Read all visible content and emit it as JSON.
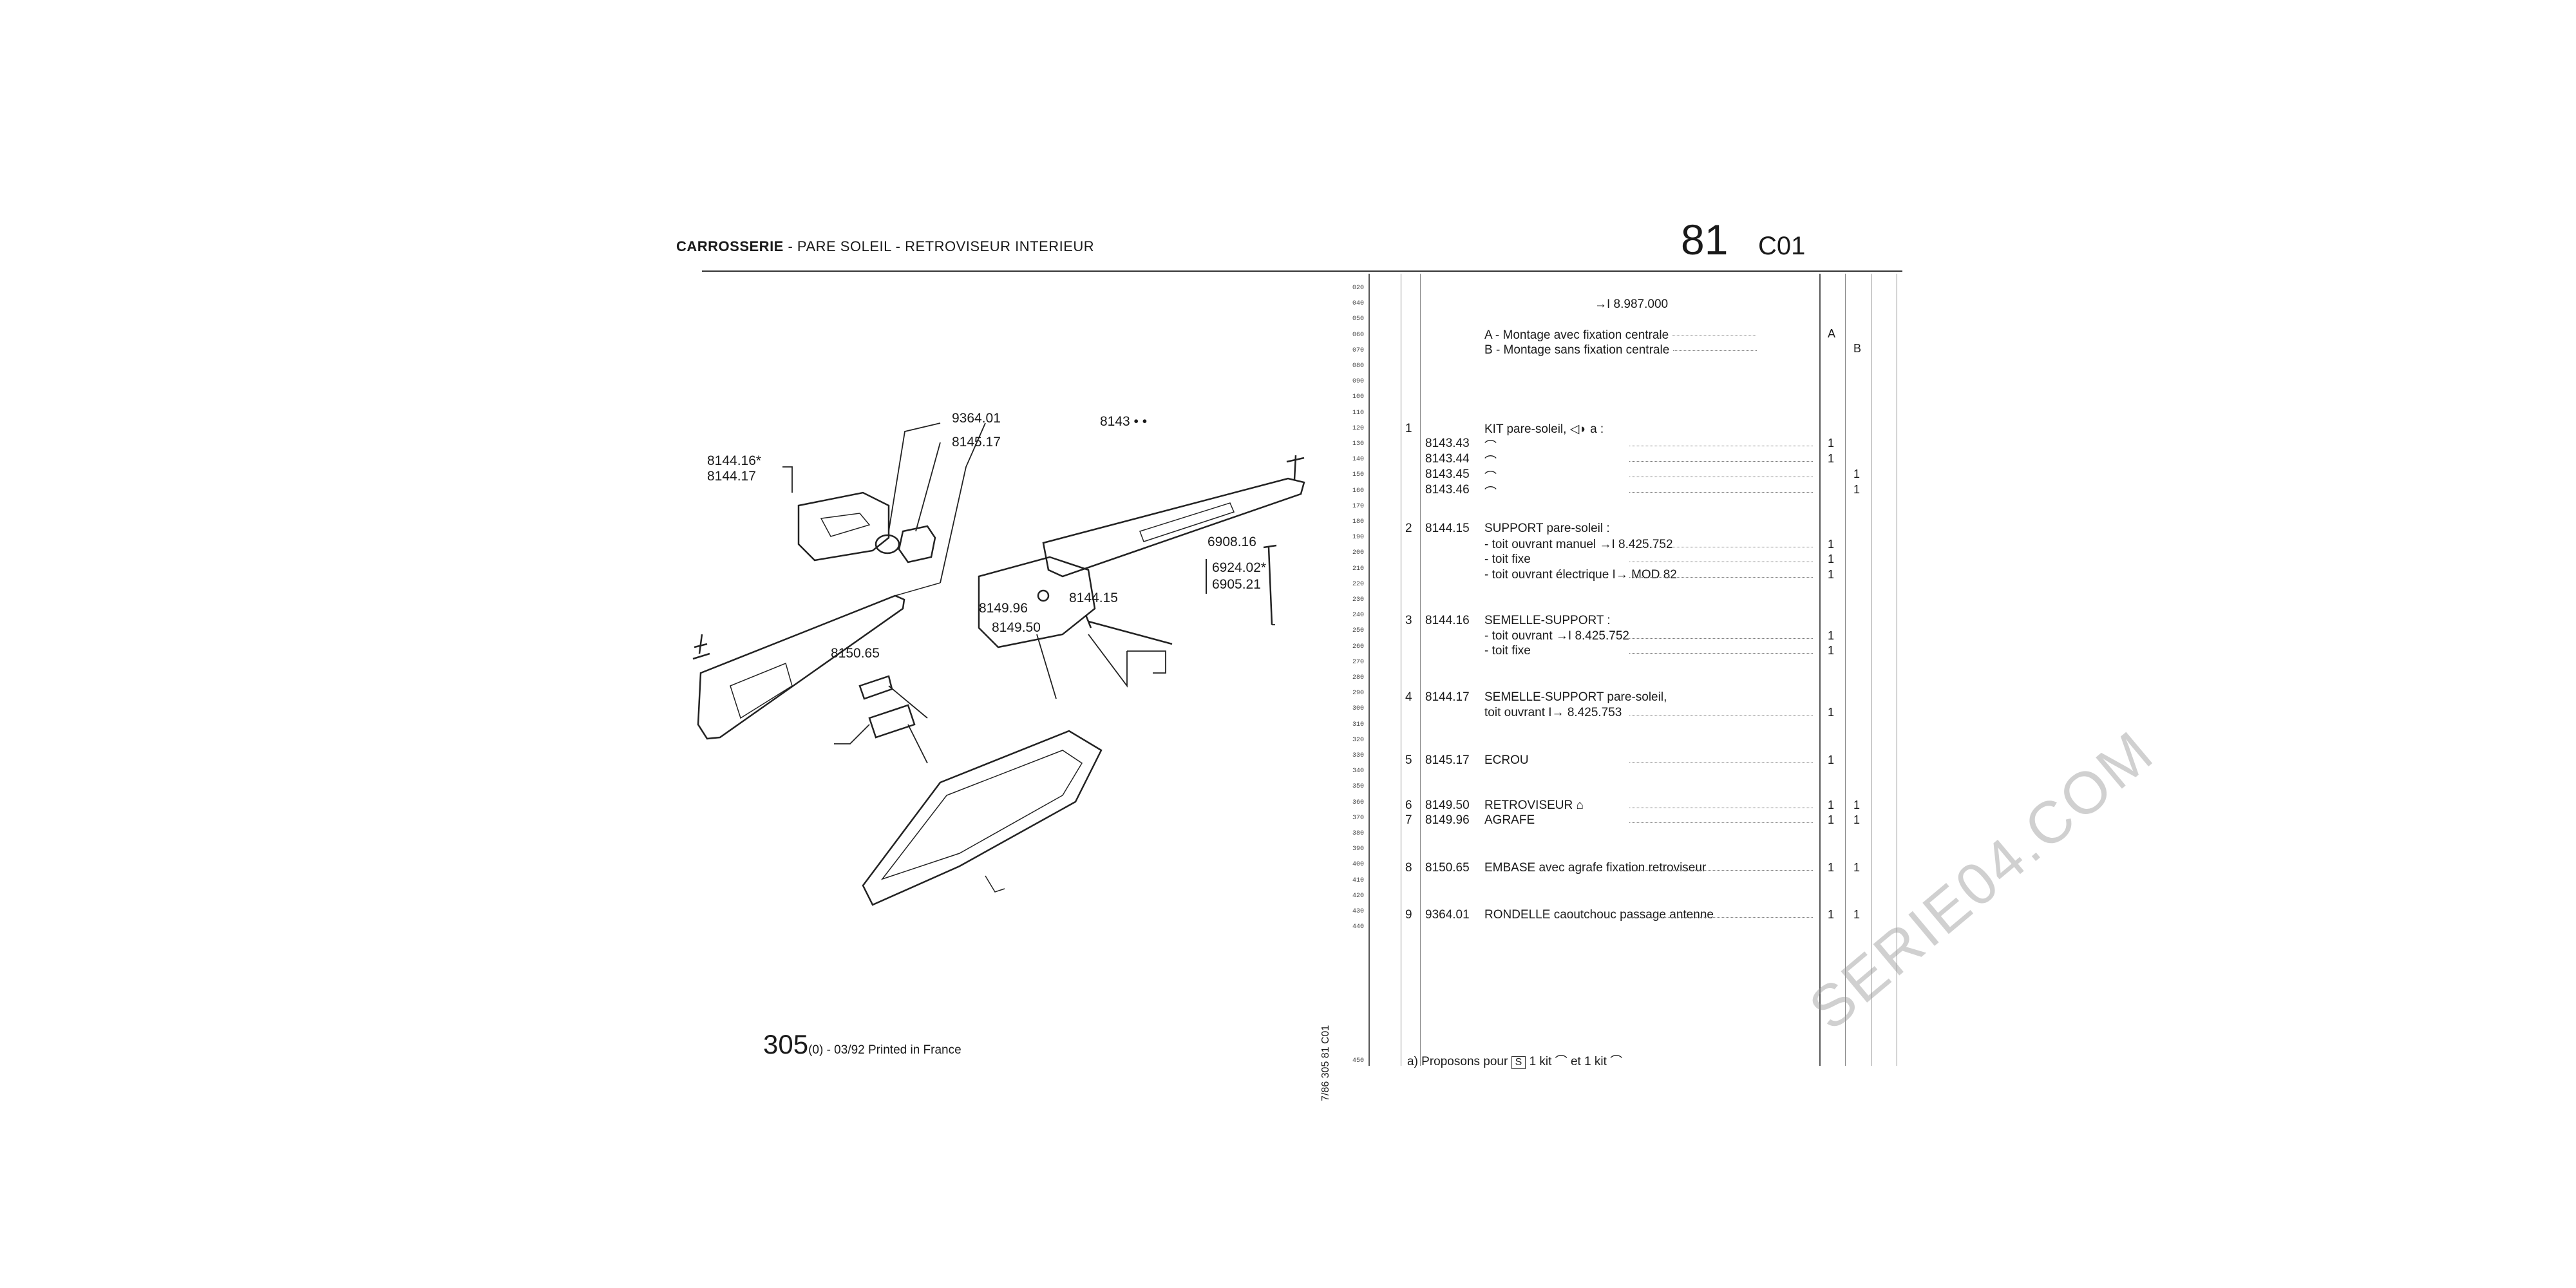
{
  "header": {
    "title_bold": "CARROSSERIE",
    "title_rest": " - PARE SOLEIL - RETROVISEUR INTERIEUR",
    "group": "81",
    "sheet": "C01"
  },
  "line_numbers": [
    "020",
    "040",
    "050",
    "060",
    "070",
    "080",
    "090",
    "100",
    "110",
    "120",
    "130",
    "140",
    "150",
    "160",
    "170",
    "180",
    "190",
    "200",
    "210",
    "220",
    "230",
    "240",
    "250",
    "260",
    "270",
    "280",
    "290",
    "300",
    "310",
    "320",
    "330",
    "340",
    "350",
    "360",
    "370",
    "380",
    "390",
    "400",
    "410",
    "420",
    "430",
    "440"
  ],
  "last_line_number": "450",
  "diagram": {
    "callouts": {
      "c1": "8144.16*",
      "c2": "8144.17",
      "c3": "9364.01",
      "c4": "8145.17",
      "c5": "8143 • •",
      "c6": "6908.16",
      "c7": "6924.02*",
      "c8": "6905.21",
      "c9": "8144.15",
      "c10": "8149.96",
      "c11": "8149.50",
      "c12": "8150.65"
    }
  },
  "intro": {
    "serial": "→I 8.987.000",
    "variant_a": "A - Montage avec fixation centrale",
    "variant_b": "B - Montage sans fixation centrale",
    "col_a": "A",
    "col_b": "B"
  },
  "rows": [
    {
      "idx": "1",
      "ref": "",
      "desc": "KIT pare-soleil,  ◁◗ a :"
    },
    {
      "idx": "",
      "ref": "8143.43",
      "desc": "⌒",
      "a": "1",
      "b": ""
    },
    {
      "idx": "",
      "ref": "8143.44",
      "desc": "⌒",
      "a": "1",
      "b": ""
    },
    {
      "idx": "",
      "ref": "8143.45",
      "desc": "⌒",
      "a": "",
      "b": "1"
    },
    {
      "idx": "",
      "ref": "8143.46",
      "desc": "⌒",
      "a": "",
      "b": "1"
    },
    {
      "idx": "2",
      "ref": "8144.15",
      "desc": "SUPPORT pare-soleil :"
    },
    {
      "idx": "",
      "ref": "",
      "desc": "- toit ouvrant manuel  →I  8.425.752",
      "a": "1",
      "b": ""
    },
    {
      "idx": "",
      "ref": "",
      "desc": "- toit fixe",
      "a": "1",
      "b": ""
    },
    {
      "idx": "",
      "ref": "",
      "desc": "- toit ouvrant électrique  I→  MOD 82",
      "a": "1",
      "b": ""
    },
    {
      "idx": "3",
      "ref": "8144.16",
      "desc": "SEMELLE-SUPPORT :"
    },
    {
      "idx": "",
      "ref": "",
      "desc": "- toit ouvrant  →I  8.425.752",
      "a": "1",
      "b": ""
    },
    {
      "idx": "",
      "ref": "",
      "desc": "- toit fixe",
      "a": "1",
      "b": ""
    },
    {
      "idx": "4",
      "ref": "8144.17",
      "desc": "SEMELLE-SUPPORT pare-soleil,"
    },
    {
      "idx": "",
      "ref": "",
      "desc": "toit ouvrant  I→  8.425.753",
      "a": "1",
      "b": ""
    },
    {
      "idx": "5",
      "ref": "8145.17",
      "desc": "ECROU",
      "a": "1",
      "b": ""
    },
    {
      "idx": "6",
      "ref": "8149.50",
      "desc": "RETROVISEUR  ⌂",
      "a": "1",
      "b": "1"
    },
    {
      "idx": "7",
      "ref": "8149.96",
      "desc": "AGRAFE",
      "a": "1",
      "b": "1"
    },
    {
      "idx": "8",
      "ref": "8150.65",
      "desc": "EMBASE avec agrafe fixation retroviseur",
      "a": "1",
      "b": "1"
    },
    {
      "idx": "9",
      "ref": "9364.01",
      "desc": "RONDELLE caoutchouc passage antenne",
      "a": "1",
      "b": "1"
    }
  ],
  "footnote": {
    "prefix": "a) Proposons pour",
    "box": "S",
    "mid": "1 kit ⌒ et 1 kit ⌒"
  },
  "side_code": "7/86   305 81 C01",
  "footer": {
    "page": "305",
    "text": "(0) - 03/92 Printed in France"
  },
  "watermark": "SERIE04.COM"
}
